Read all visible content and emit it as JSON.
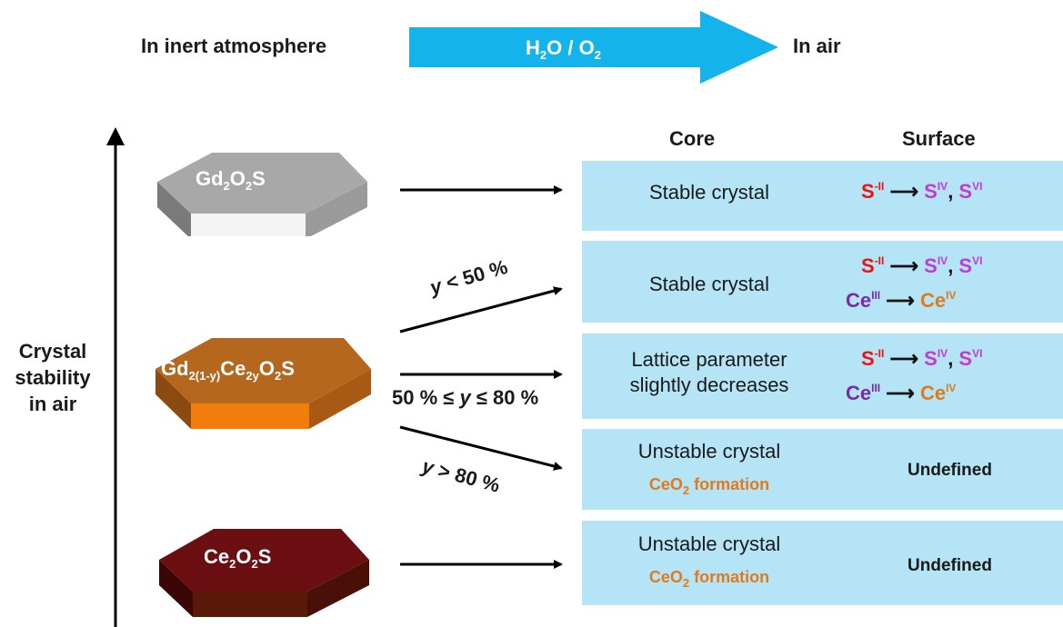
{
  "header": {
    "left": "In inert atmosphere",
    "arrow_label": {
      "h": "H",
      "h_sub": "2",
      "o": "O / O",
      "o_sub": "2"
    },
    "right": "In air"
  },
  "columns": {
    "core": "Core",
    "surface": "Surface"
  },
  "yaxis": {
    "line1": "Crystal",
    "line2": "stability",
    "line3": "in air"
  },
  "materials": [
    {
      "name": "gd2o2s",
      "parts": [
        "Gd",
        "2",
        "O",
        "2",
        "S"
      ]
    },
    {
      "name": "mixed",
      "parts": [
        "Gd",
        "2(1-y)",
        "Ce",
        "2y",
        "O",
        "2",
        "S"
      ]
    },
    {
      "name": "ce2o2s",
      "parts": [
        "Ce",
        "2",
        "O",
        "2",
        "S"
      ]
    }
  ],
  "conditions": {
    "lt50": {
      "y": "y",
      "rest": " < 50 %"
    },
    "mid": {
      "pre": "50 % ≤ ",
      "y": "y",
      "post": " ≤ 80 %"
    },
    "gt80": {
      "y": "y",
      "rest": " > 80 %"
    }
  },
  "rows": [
    {
      "core": [
        "Stable crystal"
      ]
    },
    {
      "core": [
        "Stable crystal"
      ]
    },
    {
      "core": [
        "Lattice parameter",
        "slightly decreases"
      ]
    },
    {
      "core": [
        "Unstable crystal"
      ],
      "note": {
        "a": "CeO",
        "sub": "2",
        "b": " formation"
      },
      "surface": "Undefined"
    },
    {
      "core": [
        "Unstable crystal"
      ],
      "note": {
        "a": "CeO",
        "sub": "2",
        "b": " formation"
      },
      "surface": "Undefined"
    }
  ],
  "surface_text": {
    "s": "S",
    "s_minus2": "-II",
    "s4": "IV",
    "s6": "VI",
    "comma": ", ",
    "ce": "Ce",
    "ce3": "III",
    "ce4": "IV"
  },
  "colors": {
    "panel": "#b4e4f6",
    "arrow": "#14b3ec",
    "sulfur_minus2": "#ee1111",
    "sulfur_ox": "#c23bd8",
    "ce3": "#7a2aa6",
    "ce4": "#e07a1b"
  }
}
